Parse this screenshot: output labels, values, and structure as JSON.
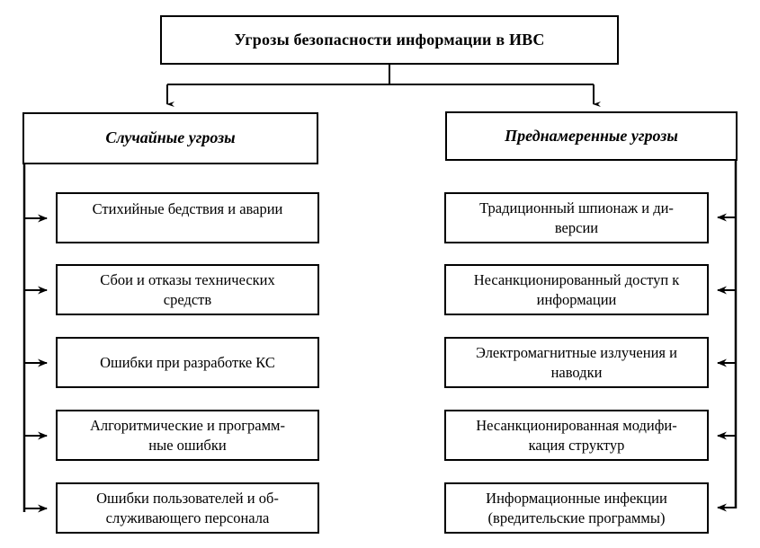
{
  "diagram": {
    "root": {
      "label": "Угрозы безопасности информации в ИВС"
    },
    "branches": [
      {
        "id": "random-threats",
        "label": "Случайные угрозы",
        "items": [
          {
            "label": "Стихийные бедствия и аварии"
          },
          {
            "label": "Сбои и отказы технических\nсредств"
          },
          {
            "label": "Ошибки при разработке КС"
          },
          {
            "label": "Алгоритмические и программ-\nные ошибки"
          },
          {
            "label": "Ошибки пользователей и об-\nслуживающего персонала"
          }
        ]
      },
      {
        "id": "intentional-threats",
        "label": "Преднамеренные угрозы",
        "items": [
          {
            "label": "Традиционный шпионаж и ди-\nверсии"
          },
          {
            "label": "Несанкционированный доступ к\nинформации"
          },
          {
            "label": "Электромагнитные излучения и\nнаводки"
          },
          {
            "label": "Несанкционированная модифи-\nкация структур"
          },
          {
            "label": "Информационные инфекции\n(вредительские программы)"
          }
        ]
      }
    ],
    "style": {
      "line_color": "#000000",
      "box_fill": "#ffffff",
      "text_color": "#000000",
      "background": "#ffffff"
    }
  }
}
